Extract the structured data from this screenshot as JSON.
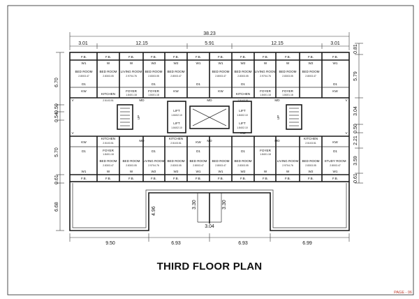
{
  "title": "THIRD FLOOR PLAN",
  "page_number": "PAGE - 06",
  "dimensions": {
    "overall_top": "38.23",
    "top_segments": [
      "3.01",
      "12.15",
      "5.91",
      "12.15",
      "3.01"
    ],
    "bottom_segments": [
      "9.50",
      "6.93",
      "6.93",
      "6.99"
    ],
    "right_side": [
      "0.81",
      "5.79",
      "3.04",
      "0.50",
      "2.21",
      "3.59",
      "0.61"
    ],
    "left_side": [
      "6.70",
      "0.50",
      "0.54",
      "5.70",
      "0.61",
      "6.68"
    ],
    "courtyard": [
      "4.96",
      "3.30",
      "3.30",
      "3.04"
    ]
  },
  "rooms": [
    {
      "name": "BED ROOM",
      "size": "2.80X3.47"
    },
    {
      "name": "BED ROOM",
      "size": "2.83X3.05"
    },
    {
      "name": "LIVING ROOM",
      "size": "2.97X4.76"
    },
    {
      "name": "BED ROOM",
      "size": "2.83X3.05"
    },
    {
      "name": "BED ROOM",
      "size": "2.80X3.47"
    },
    {
      "name": "BED ROOM",
      "size": "2.80X3.47"
    },
    {
      "name": "BED ROOM",
      "size": "2.83X3.05"
    },
    {
      "name": "LIVING ROOM",
      "size": "2.97X4.76"
    },
    {
      "name": "BED ROOM",
      "size": "2.83X3.05"
    },
    {
      "name": "BED ROOM",
      "size": "2.80X3.47"
    },
    {
      "name": "BED ROOM",
      "size": "2.83X3.47"
    },
    {
      "name": "BED ROOM",
      "size": "2.83X3.05"
    },
    {
      "name": "LIVING ROOM",
      "size": "2.97X4.76"
    },
    {
      "name": "BED ROOM",
      "size": "2.83X3.05"
    },
    {
      "name": "BED ROOM",
      "size": "2.80X3.47"
    },
    {
      "name": "BED ROOM",
      "size": "2.80X3.47"
    },
    {
      "name": "BED ROOM",
      "size": "2.83X3.05"
    },
    {
      "name": "LIVING ROOM",
      "size": "2.97X4.76"
    },
    {
      "name": "BED ROOM",
      "size": "2.83X3.05"
    },
    {
      "name": "STUDY ROOM",
      "size": "2.80X3.47"
    }
  ],
  "service": {
    "kitchen": "KITCHEN",
    "kitchen_size": "2.51X3.51",
    "foyer": "FOYER",
    "foyer_size": "1.84X1.18",
    "lift": "LIFT",
    "lift_size": "1.84X2.10",
    "kw": "KW",
    "md": "MD",
    "up": "UP",
    "fb": "F.B.",
    "w1": "W1",
    "w2": "W2",
    "w": "W",
    "d1": "D1",
    "v": "V"
  },
  "colors": {
    "lines": "#1a1a1a",
    "page_number": "#c0392b"
  }
}
